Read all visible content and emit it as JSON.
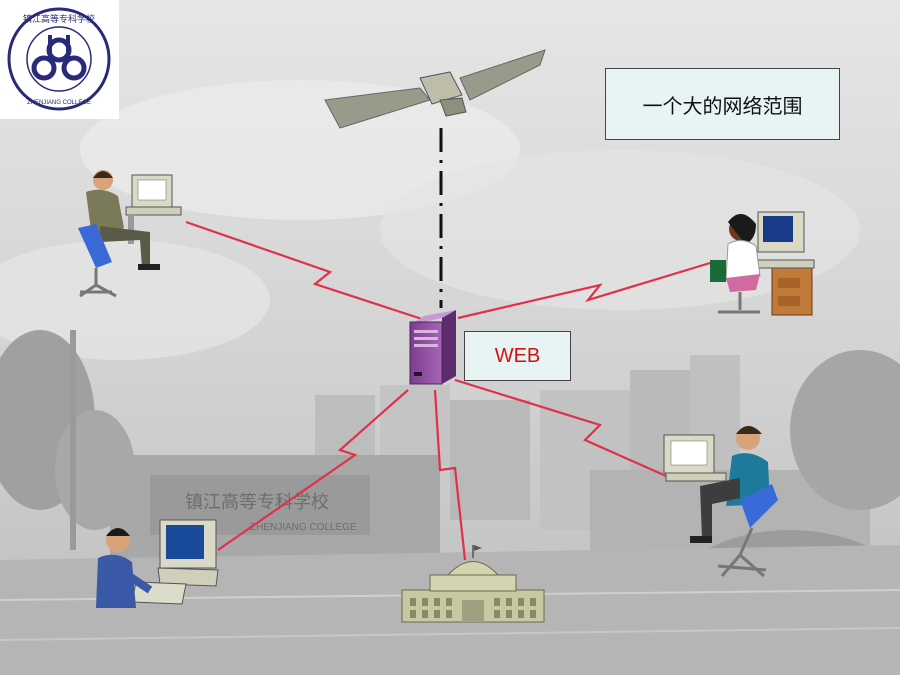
{
  "logo": {
    "name_cn": "镇江高等专科学校",
    "name_en": "ZHENJIANG COLLEGE",
    "color": "#2a2a7a"
  },
  "title": "一个大的网络范围",
  "server": {
    "label": "WEB",
    "label_color": "#d41010",
    "body_color": "#8a4a9a"
  },
  "gate_sign": {
    "text_cn": "镇江高等专科学校",
    "text_en": "ZHENJIANG COLLEGE"
  },
  "link_color": "#e0304a",
  "nodes": [
    "satellite",
    "user-top-left",
    "user-top-right",
    "user-bottom-left",
    "government-building",
    "user-bottom-right"
  ]
}
